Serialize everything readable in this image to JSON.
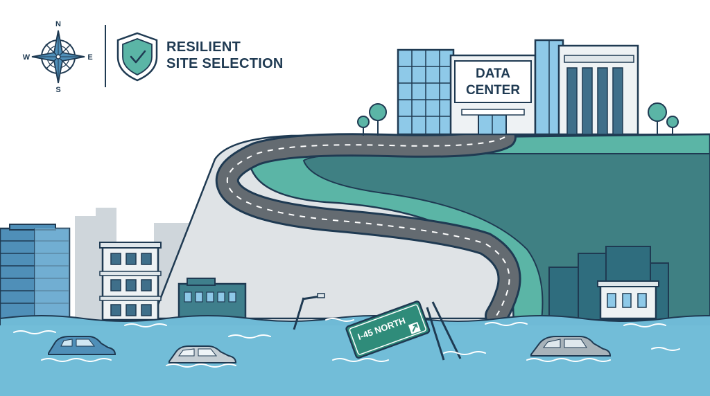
{
  "header": {
    "title_line1": "RESILIENT",
    "title_line2": "SITE SELECTION",
    "compass": {
      "north": "N",
      "south": "S",
      "east": "E",
      "west": "W"
    },
    "shield_icon": "shield-check-icon"
  },
  "building": {
    "sign_line1": "DATA",
    "sign_line2": "CENTER"
  },
  "road_sign": {
    "text": "I-45 NORTH",
    "arrow_icon": "arrow-up-right-icon"
  },
  "colors": {
    "outline": "#1f3a52",
    "water": "#6fbad6",
    "water_dark": "#4f9fc4",
    "hill_teal": "#5bb5a6",
    "hill_dark": "#3d7c7b",
    "cliff": "#dfe3e6",
    "road": "#5f666c",
    "glass": "#8ec9e8",
    "sign_green": "#2f8c7a"
  }
}
